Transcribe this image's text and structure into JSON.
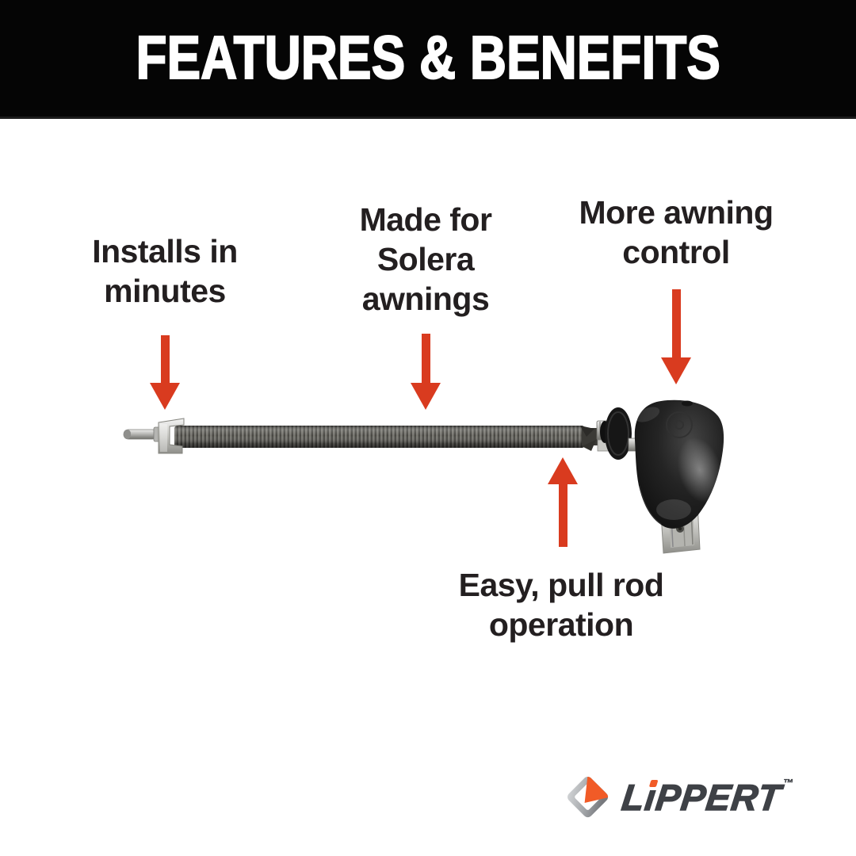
{
  "banner": {
    "title": "FEATURES & BENEFITS"
  },
  "callouts": {
    "installs": {
      "lines": [
        "Installs in",
        "minutes"
      ]
    },
    "made_for": {
      "lines": [
        "Made for",
        "Solera",
        "awnings"
      ]
    },
    "control": {
      "lines": [
        "More awning",
        "control"
      ]
    },
    "operation": {
      "lines": [
        "Easy, pull rod",
        "operation"
      ]
    }
  },
  "logo": {
    "brand": "LiPPERT",
    "before_i": "L",
    "i_stem": "ı",
    "after_i": "PPERT",
    "trademark": "™"
  },
  "colors": {
    "banner_bg": "#050505",
    "banner_text": "#ffffff",
    "body_bg": "#ffffff",
    "callout_text": "#231f20",
    "arrow_red": "#d93b1f",
    "logo_charcoal": "#3e4146",
    "logo_orange": "#f15b27"
  }
}
